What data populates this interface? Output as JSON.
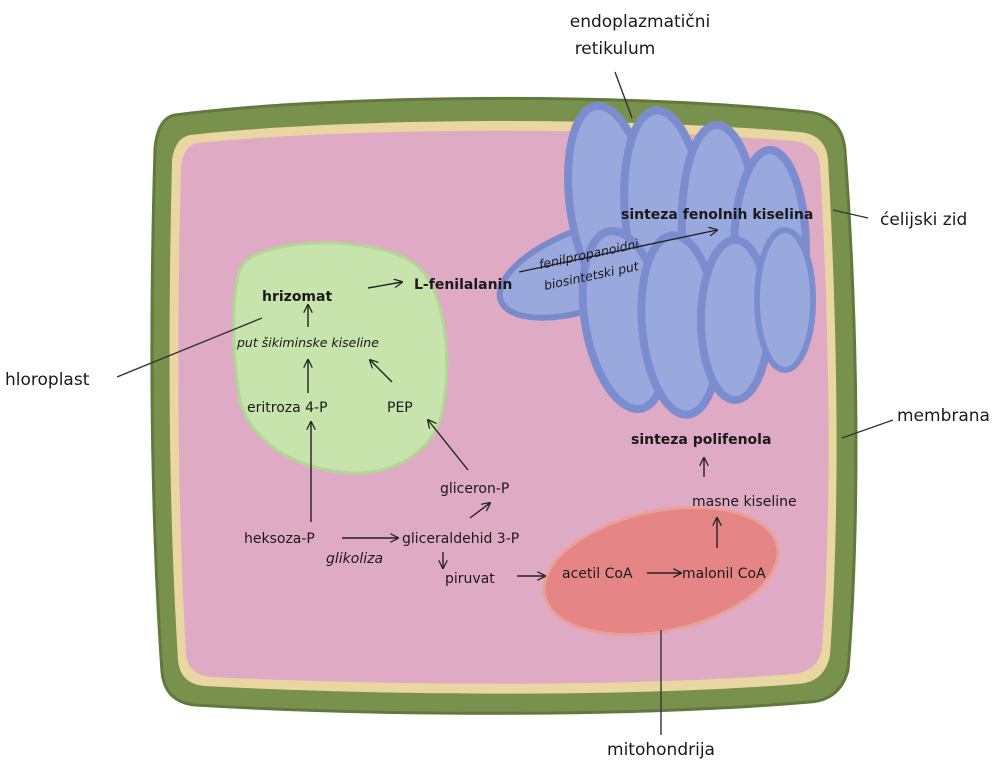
{
  "labels": {
    "er": [
      "endoplazmatični",
      "retikulum"
    ],
    "cell_wall": "ćelijski zid",
    "membrane": "membrana",
    "chloroplast": "hloroplast",
    "mitochondrion": "mitohondrija"
  },
  "pathway": {
    "chorismate": "hrizomat",
    "shikimate_path": "put šikiminske kiseline",
    "erythrose": "eritroza 4-P",
    "pep": "PEP",
    "phenylalanine": "L-fenilalanin",
    "phenolic_synthesis": "sinteza fenolnih kiselina",
    "phenylpropanoid": [
      "fenilpropanoidni",
      "biosintetski put"
    ],
    "hexose": "heksoza-P",
    "glycolysis": "glikoliza",
    "glyceraldehyde": "gliceraldehid 3-P",
    "glycerone": "gliceron-P",
    "pyruvate": "piruvat",
    "acetyl": "acetil CoA",
    "malonyl": "malonil CoA",
    "fatty_acids": "masne kiseline",
    "polyphenol_synthesis": "sinteza polifenola"
  },
  "colors": {
    "cell_wall": "#78924e",
    "membrane": "#e9d6a0",
    "cytoplasm": "#dfaac4",
    "chloroplast": "#c6e4ac",
    "er": "#9aa9dd",
    "mitochondrion": "#e68585"
  }
}
